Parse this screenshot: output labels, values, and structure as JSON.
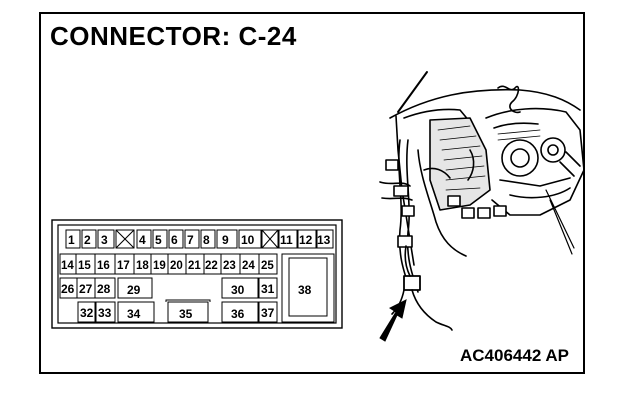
{
  "diagram": {
    "title": "CONNECTOR: C-24",
    "figure_code": "AC406442 AP",
    "connector_pins": {
      "row1": [
        "1",
        "2",
        "3",
        "4",
        "5",
        "6",
        "7",
        "8",
        "9",
        "10",
        "11",
        "12",
        "13"
      ],
      "row2": [
        "14",
        "15",
        "16",
        "17",
        "18",
        "19",
        "20",
        "21",
        "22",
        "23",
        "24",
        "25"
      ],
      "row3": [
        "26",
        "27",
        "28",
        "29",
        "30",
        "31",
        "38"
      ],
      "row4": [
        "32",
        "33",
        "34",
        "35",
        "36",
        "37"
      ]
    },
    "colors": {
      "line": "#000000",
      "background": "#ffffff",
      "shade": "#cfcfcf"
    }
  }
}
